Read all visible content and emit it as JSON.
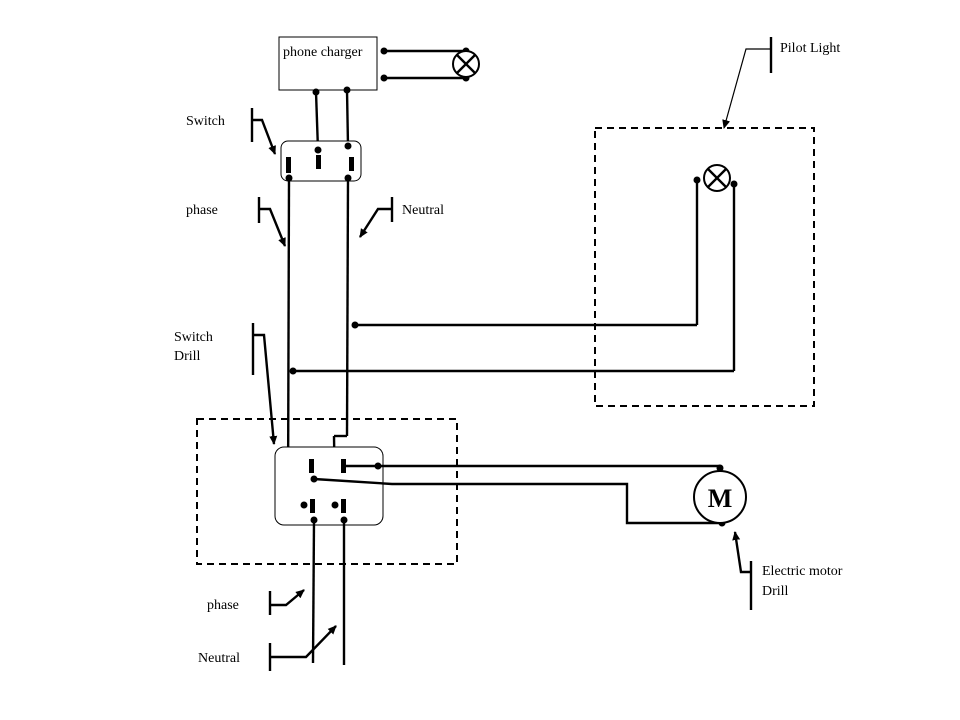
{
  "labels": {
    "phone_charger": "phone charger",
    "pilot_light": "Pilot Light",
    "switch_top": "Switch",
    "phase_top": "phase",
    "neutral_top": "Neutral",
    "switch_drill_line1": "Switch",
    "switch_drill_line2": "Drill",
    "motor_symbol": "M",
    "motor_line1": "Electric motor",
    "motor_line2": "Drill",
    "phase_bottom": "phase",
    "neutral_bottom": "Neutral"
  },
  "icons": {
    "lamp": "lamp-cross-circle-icon",
    "motor": "motor-circle-icon",
    "pointer": "leader-arrow-icon"
  },
  "colors": {
    "line": "#000000",
    "background": "#ffffff"
  }
}
